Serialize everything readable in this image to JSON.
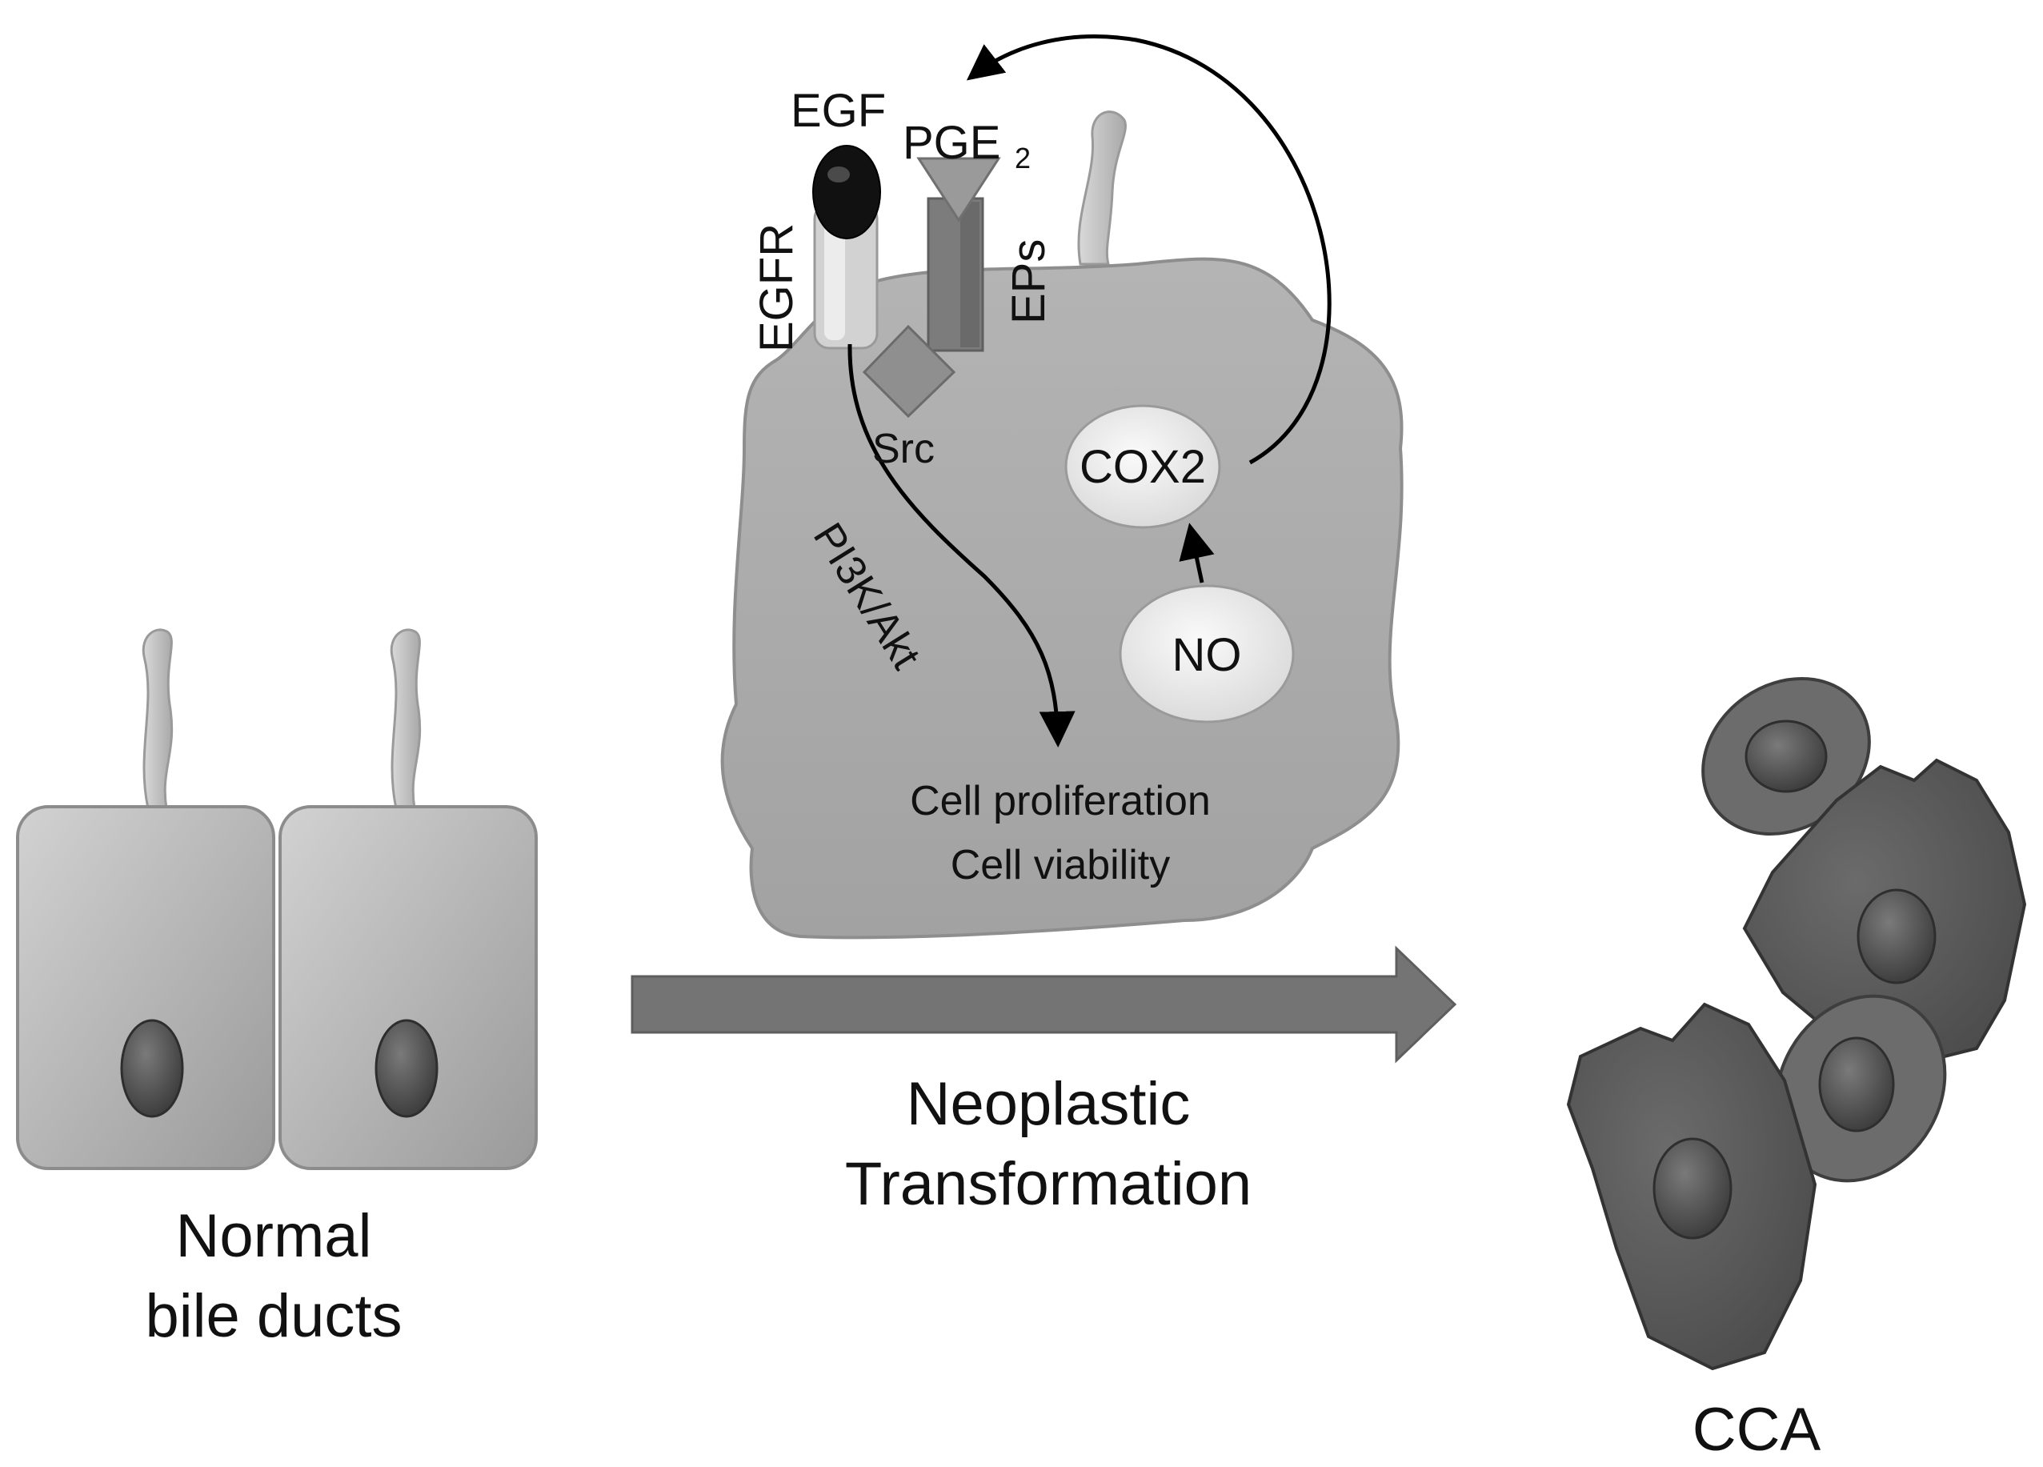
{
  "labels": {
    "egf": "EGF",
    "pge": "PGE",
    "pge_sub": "2",
    "egfr": "EGFR",
    "eps": "EPs",
    "src": "Src",
    "cox2": "COX2",
    "no": "NO",
    "pi3k_akt": "PI3K/Akt",
    "cell_proliferation": "Cell proliferation",
    "cell_viability": "Cell viability",
    "neoplastic": "Neoplastic",
    "transformation": "Transformation",
    "normal": "Normal",
    "bile_ducts": "bile ducts",
    "cca": "CCA"
  },
  "colors": {
    "cell_gray": "#a8a8a8",
    "cell_light": "#c8c8c8",
    "cca_dark": "#595959",
    "nucleus": "#555555",
    "arrow_gray": "#747474",
    "egf_black": "#111111",
    "oval_white": "#ececec"
  }
}
